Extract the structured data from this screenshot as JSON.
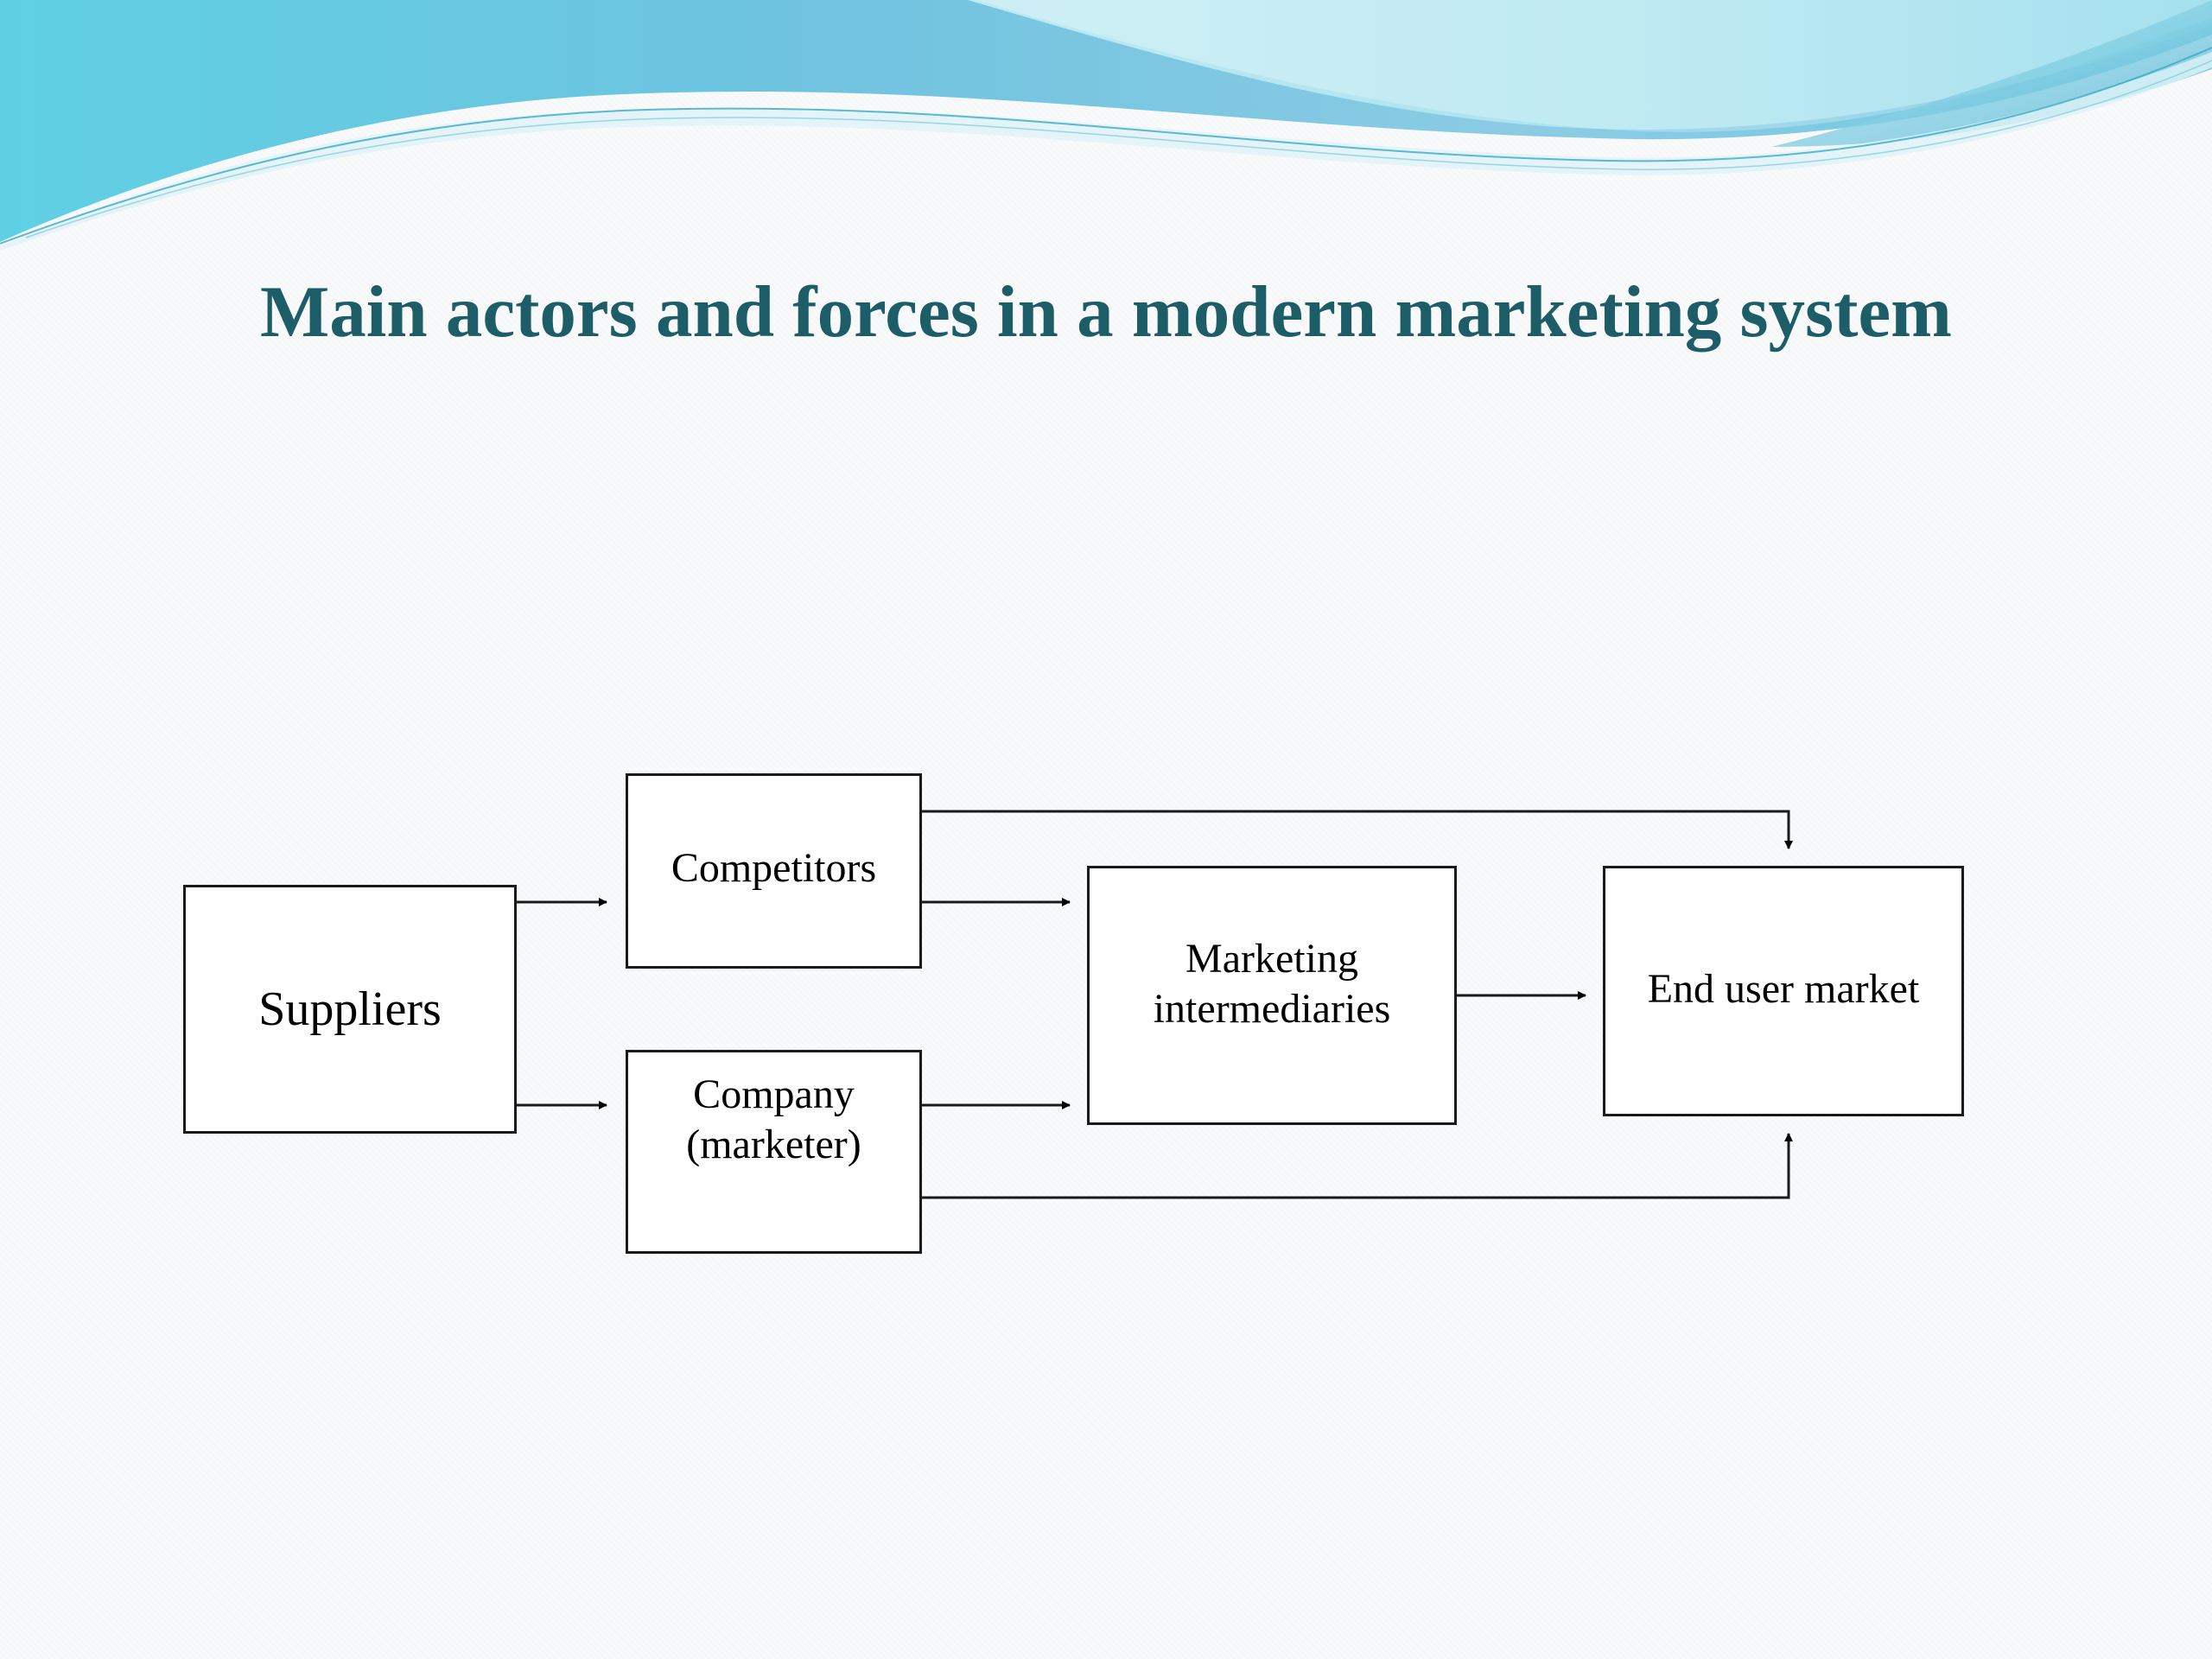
{
  "slide": {
    "title": "Main actors and forces in a modern marketing system"
  },
  "diagram": {
    "nodes": {
      "suppliers": "Suppliers",
      "competitors": "Competitors",
      "company_line1": "Company",
      "company_line2": "(marketer)",
      "intermediaries_line1": "Marketing",
      "intermediaries_line2": "intermediaries",
      "end_user": "End user market"
    },
    "colors": {
      "title": "#1c5d68",
      "box_border": "#1a1a1a",
      "banner_light": "#a9e4ee",
      "banner_mid": "#6cc6df",
      "banner_dark": "#2fa8c9"
    }
  }
}
